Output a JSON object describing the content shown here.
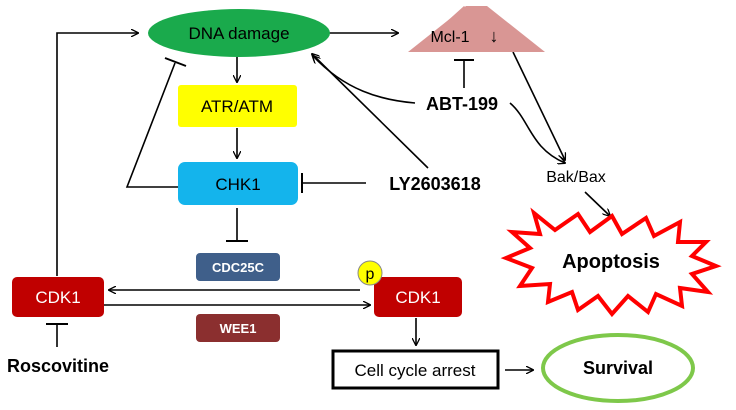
{
  "nodes": {
    "dna_damage": "DNA damage",
    "atr_atm": "ATR/ATM",
    "chk1": "CHK1",
    "cdc25c": "CDC25C",
    "cdk1_left": "CDK1",
    "cdk1_right": "CDK1",
    "phospho": "p",
    "wee1": "WEE1",
    "cell_cycle_arrest": "Cell cycle arrest",
    "survival": "Survival",
    "mcl1": "Mcl-1",
    "mcl1_arrow": "↓",
    "bak_bax": "Bak/Bax",
    "apoptosis": "Apoptosis"
  },
  "drugs": {
    "abt199": "ABT-199",
    "ly2603618": "LY2603618",
    "roscovitine": "Roscovitine"
  },
  "colors": {
    "dna_damage": "#1aaa4c",
    "atr_atm": "#ffff00",
    "chk1": "#14b4ec",
    "cdc25c": "#3f5f8a",
    "cdk1": "#c00000",
    "wee1": "#8b2f2f",
    "phospho": "#ffff00",
    "mcl1": "#d99694",
    "survival": "#7ec84a",
    "apoptosis": "#ff0000"
  }
}
